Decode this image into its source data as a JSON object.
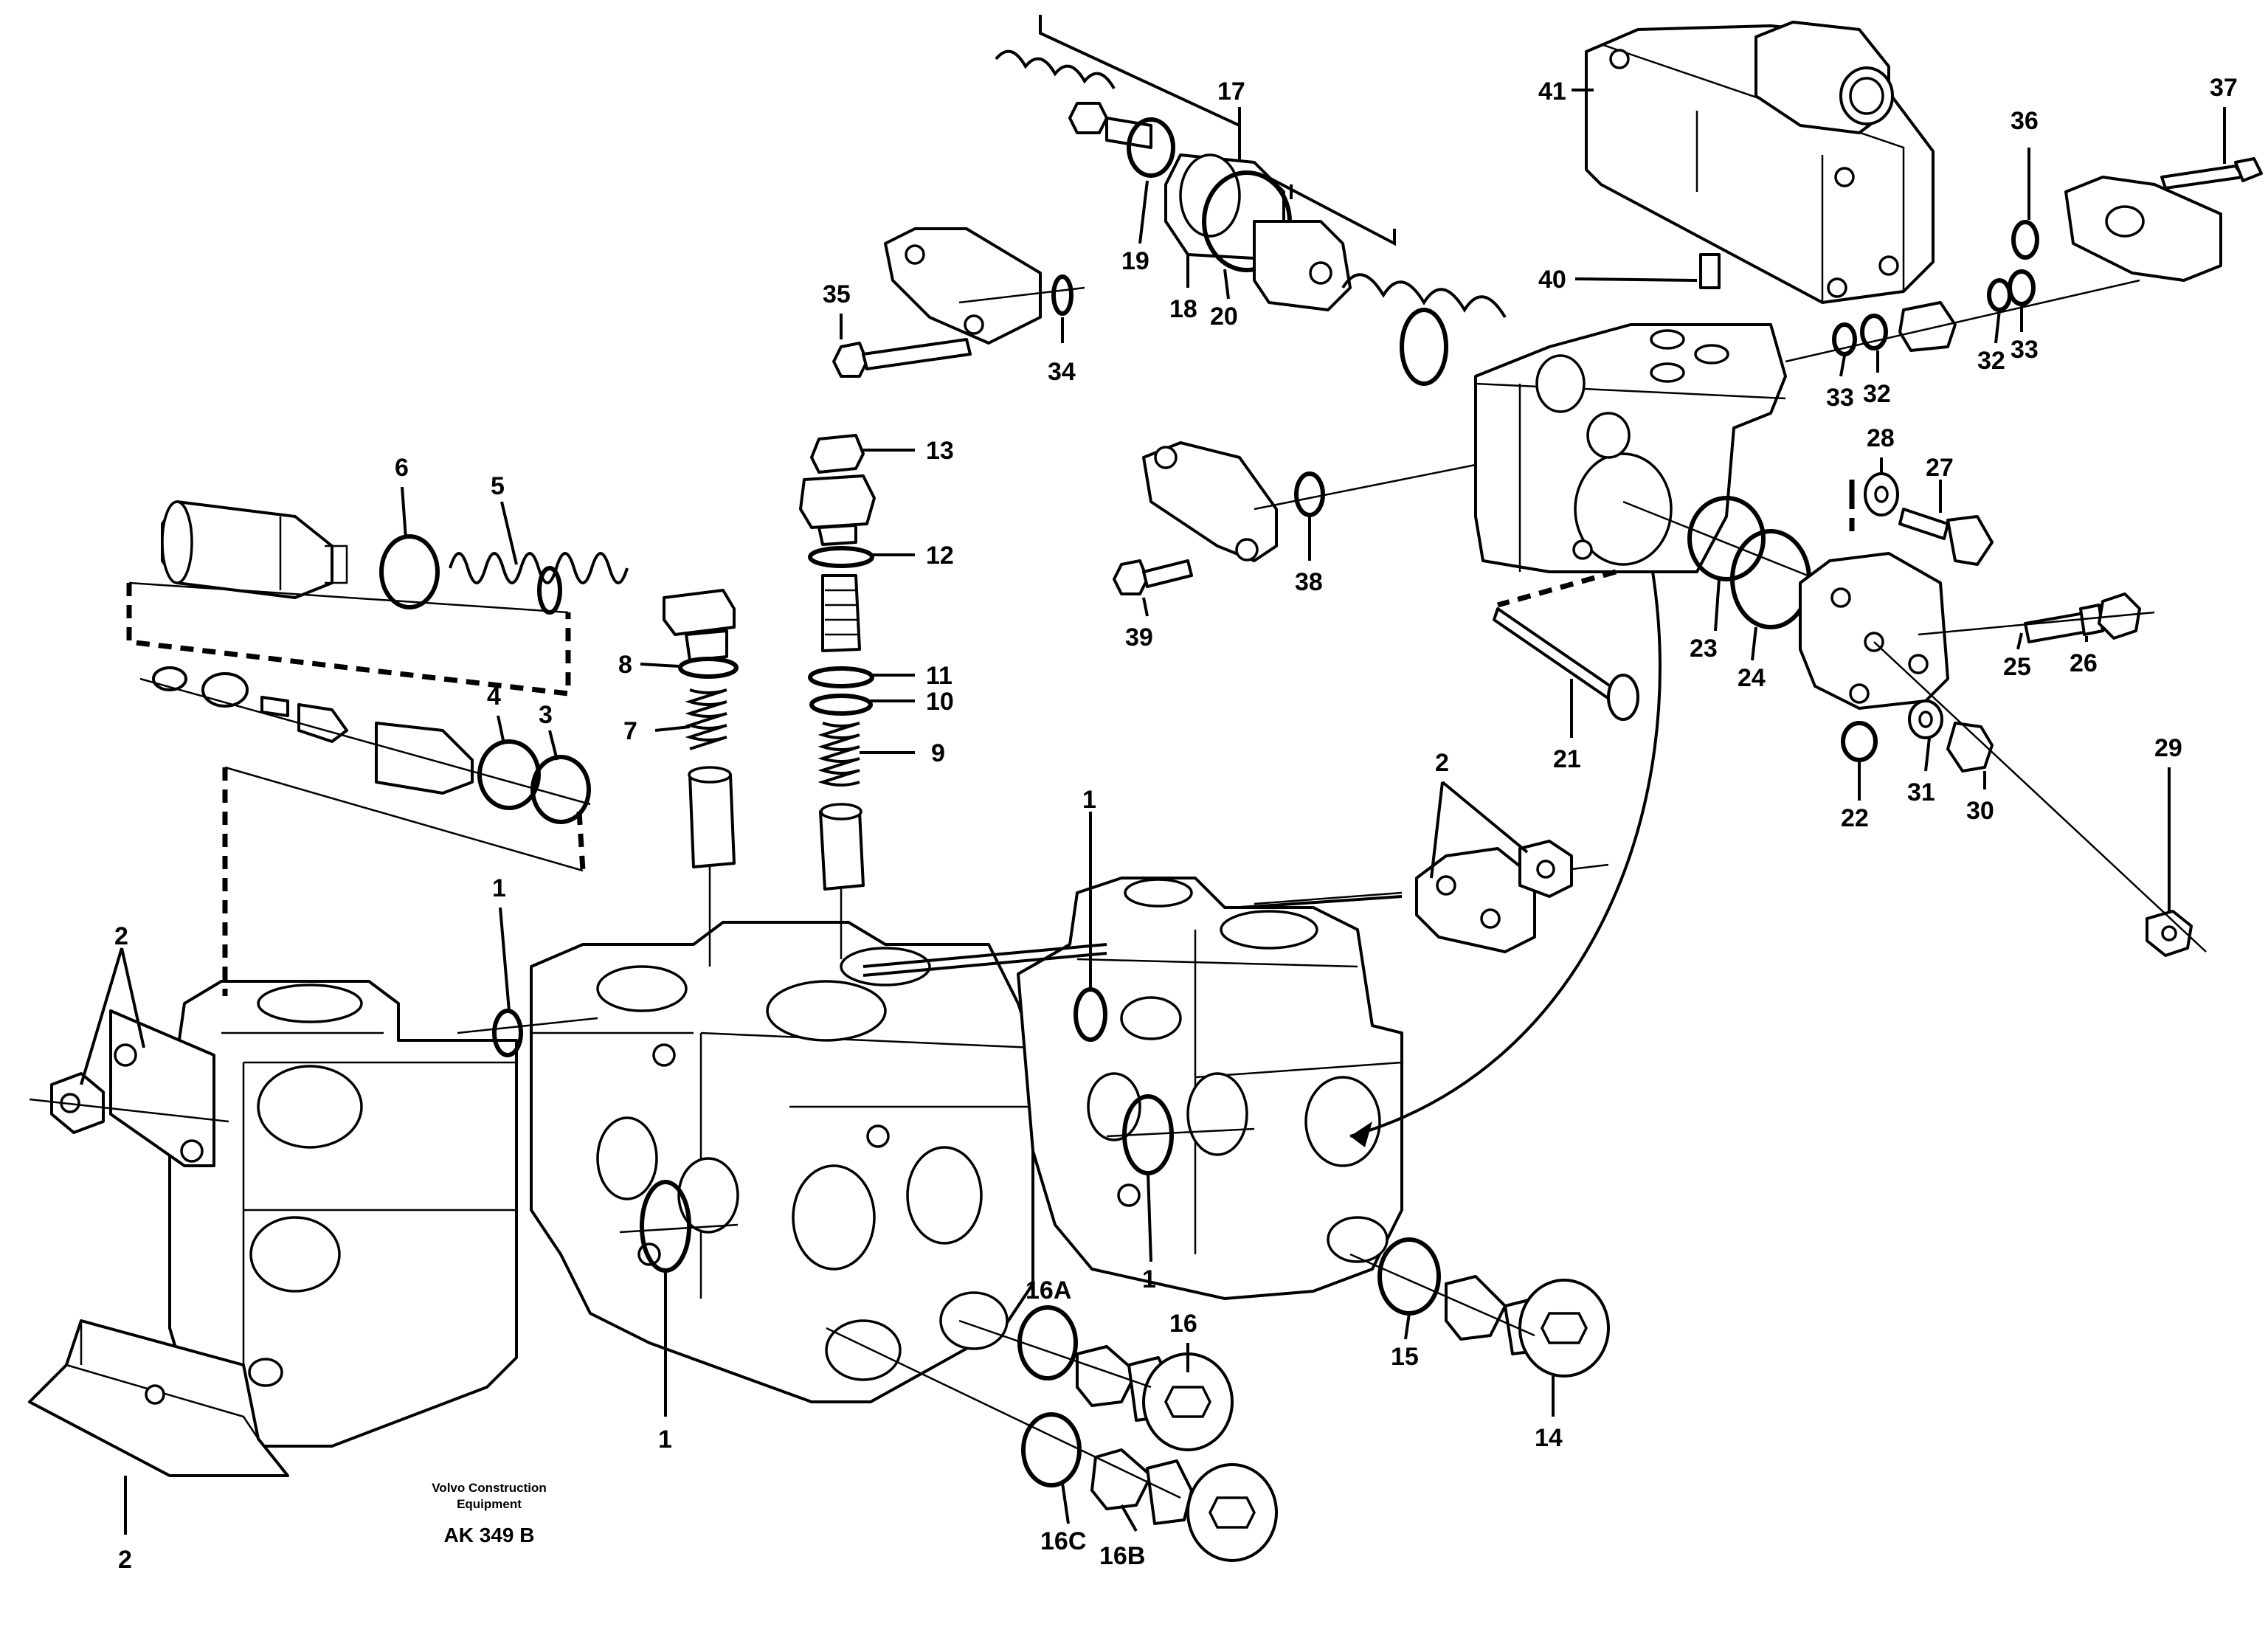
{
  "labels": {
    "l1a": "1",
    "l1b": "1",
    "l1c": "1",
    "l1d": "1",
    "l2a": "2",
    "l2b": "2",
    "l2c": "2",
    "l3": "3",
    "l4": "4",
    "l5": "5",
    "l6": "6",
    "l7": "7",
    "l8": "8",
    "l9": "9",
    "l10": "10",
    "l11": "11",
    "l12": "12",
    "l13": "13",
    "l14": "14",
    "l15": "15",
    "l16": "16",
    "l16a": "16A",
    "l16b": "16B",
    "l16c": "16C",
    "l17": "17",
    "l18": "18",
    "l19": "19",
    "l20": "20",
    "l21": "21",
    "l22": "22",
    "l23": "23",
    "l24": "24",
    "l25": "25",
    "l26": "26",
    "l27": "27",
    "l28": "28",
    "l29": "29",
    "l30": "30",
    "l31": "31",
    "l32a": "32",
    "l32b": "32",
    "l33a": "33",
    "l33b": "33",
    "l34": "34",
    "l35": "35",
    "l36": "36",
    "l37": "37",
    "l38": "38",
    "l39": "39",
    "l40": "40",
    "l41": "41"
  },
  "caption": {
    "company_line1": "Volvo Construction",
    "company_line2": "Equipment",
    "code": "AK 349 B"
  }
}
